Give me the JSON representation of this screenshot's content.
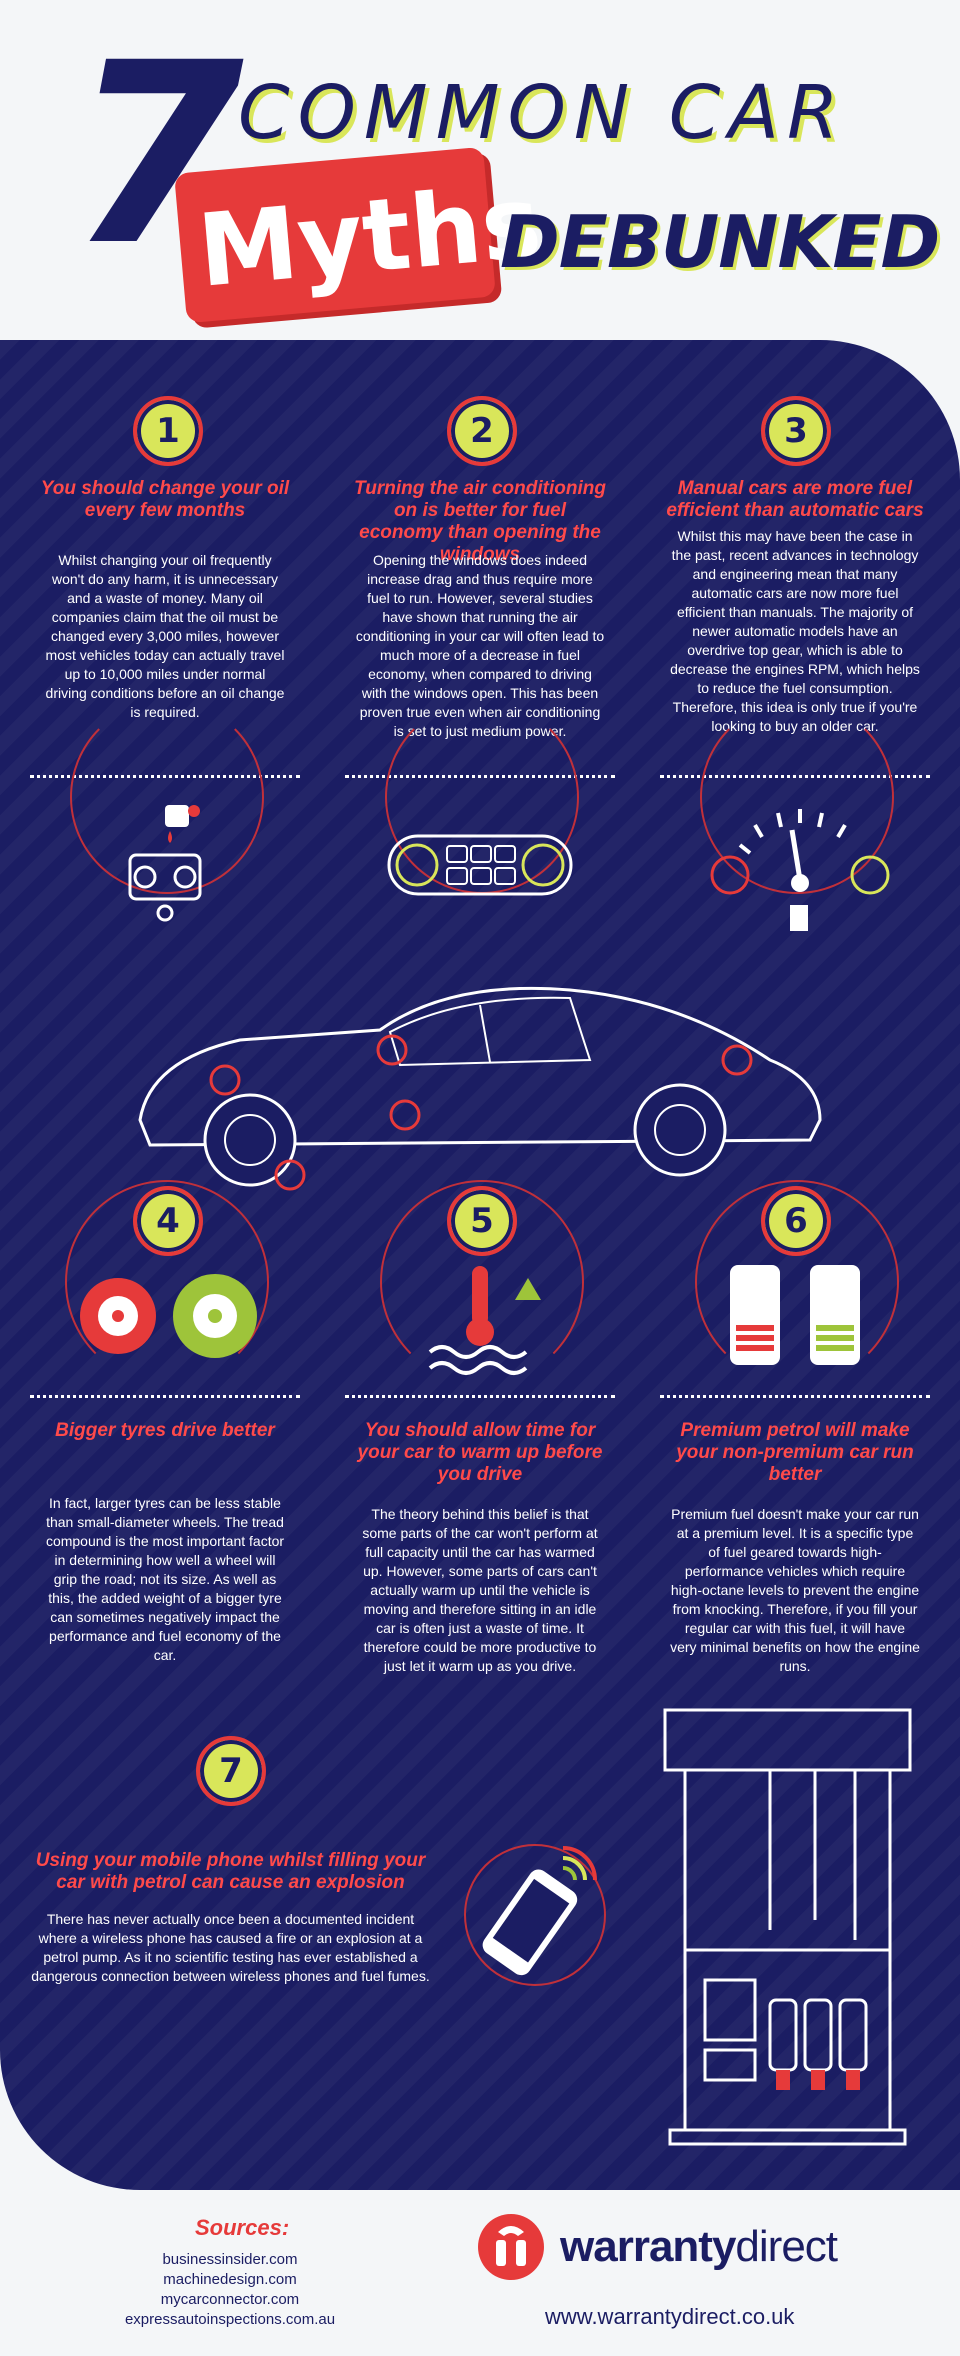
{
  "header": {
    "number": "7",
    "line1": "COMMON CAR",
    "highlight": "Myths",
    "line2": "DEBUNKED"
  },
  "myths": [
    {
      "number": "1",
      "title": "You should change your oil every few months",
      "body": "Whilst changing your oil frequently won't do any harm, it is unnecessary and a waste of money. Many oil companies claim that the oil must be changed every 3,000 miles, however most vehicles today can actually travel up to 10,000 miles under normal driving conditions before an oil change is required."
    },
    {
      "number": "2",
      "title": "Turning the air conditioning on is better for fuel economy than opening the windows",
      "body": "Opening the windows does indeed increase drag and thus require more fuel to run. However, several studies have shown that running the air conditioning in your car will often lead to much more of a decrease in fuel economy, when compared to driving with the windows open. This has been proven true even when air conditioning is set to just medium power."
    },
    {
      "number": "3",
      "title": "Manual cars are more fuel efficient than automatic cars",
      "body": "Whilst this may have been the case in the past, recent advances in technology and engineering mean that many automatic cars are now more fuel efficient than manuals. The majority of newer automatic models have an overdrive top gear, which is able to decrease the engines RPM, which helps to reduce the fuel consumption. Therefore, this idea is only true if you're looking to buy an older car."
    },
    {
      "number": "4",
      "title": "Bigger tyres drive better",
      "body": "In fact, larger tyres can be less stable than small-diameter wheels. The tread compound is the most important factor in determining how well a wheel will grip the road; not its size.  As well as this, the added weight of a bigger tyre can sometimes negatively impact the performance and fuel economy of the car."
    },
    {
      "number": "5",
      "title": "You should allow time for your car to warm up before you drive",
      "body": "The theory behind this belief is that some parts of the car won't perform at full capacity until the car has warmed up. However, some parts of cars can't actually warm up until the vehicle is moving and therefore sitting in an idle car is often just a waste of time. It therefore could be more productive to just let it warm up as you drive."
    },
    {
      "number": "6",
      "title": "Premium petrol will make your non-premium car run better",
      "body": "Premium fuel doesn't make your car run at a premium level. It is a specific type of fuel geared towards high-performance vehicles which require high-octane levels to prevent the engine from knocking. Therefore, if you fill your regular car with this fuel, it will have very minimal benefits on how the engine runs."
    },
    {
      "number": "7",
      "title": "Using your mobile phone whilst filling your car with petrol can cause an explosion",
      "body": "There has never actually once been a documented incident where a wireless phone has caused a fire or an explosion at a petrol pump. As it no scientific testing has ever established a dangerous connection between wireless phones and fuel fumes."
    }
  ],
  "sources": {
    "title": "Sources:",
    "items": [
      "businessinsider.com",
      "machinedesign.com",
      "mycarconnector.com",
      "expressautoinspections.com.au"
    ]
  },
  "brand": {
    "bold": "warranty",
    "light": "direct",
    "url": "www.warrantydirect.co.uk"
  },
  "colors": {
    "navy": "#1b1d63",
    "red": "#e63a3a",
    "lime": "#d9e65a",
    "white": "#ffffff"
  }
}
